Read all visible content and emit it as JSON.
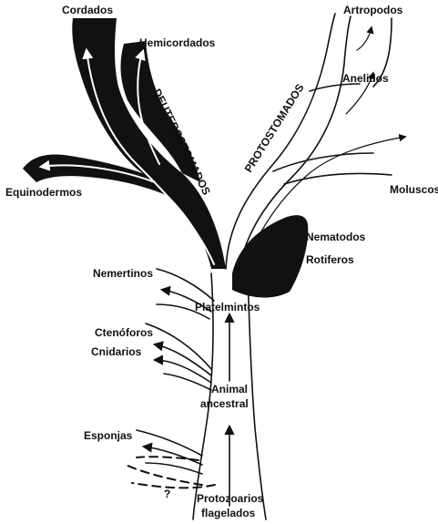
{
  "labels": {
    "cordados": "Cordados",
    "hemicordados": "Hemicordados",
    "deuterostomados": "DEUTEROSTOMADOS",
    "equinodermos": "Equinodermos",
    "artropodos": "Artropodos",
    "anelidos": "Anelidos",
    "protostomados": "PROTOSTOMADOS",
    "moluscos": "Moluscos",
    "nematodos": "Nematodos",
    "rotiferos": "Rotiferos",
    "nemertinos": "Nemertinos",
    "platelmintos": "Platelmintos",
    "ctenoforos": "Ctenóforos",
    "cnidarios": "Cnidarios",
    "animal": "Animal",
    "ancestral": "ancestral",
    "esponjas": "Esponjas",
    "question": "?",
    "protozoarios": "Protozoarios",
    "flagelados": "flagelados"
  },
  "colors": {
    "ink": "#111111",
    "paper": "#ffffff"
  }
}
